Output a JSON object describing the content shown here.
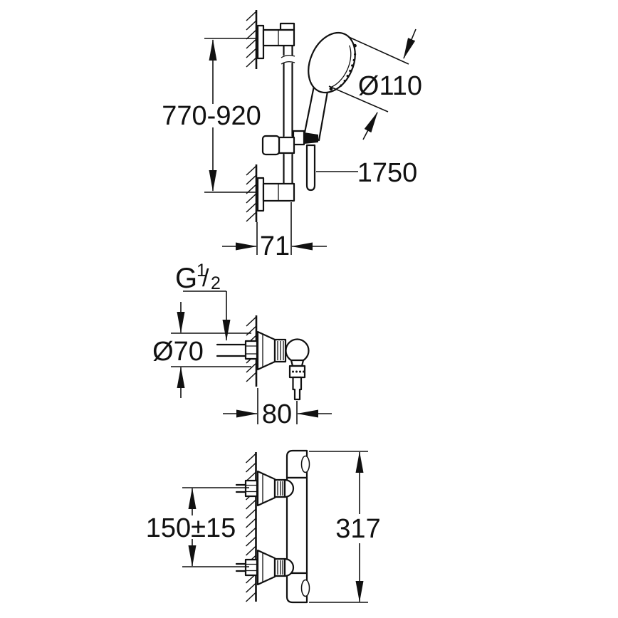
{
  "drawing": {
    "top_view": {
      "height_range": "770-920",
      "head_diameter": "Ø110",
      "hose_length": "1750",
      "wall_distance": "71"
    },
    "middle_view": {
      "thread_letter": "G",
      "thread_numerator": "1",
      "thread_slash": "/",
      "thread_denominator": "2",
      "escutcheon_diameter": "Ø70",
      "projection": "80"
    },
    "bottom_view": {
      "inlet_spacing": "150±15",
      "body_width": "317"
    },
    "colors": {
      "line": "#111111",
      "background": "#ffffff"
    }
  }
}
